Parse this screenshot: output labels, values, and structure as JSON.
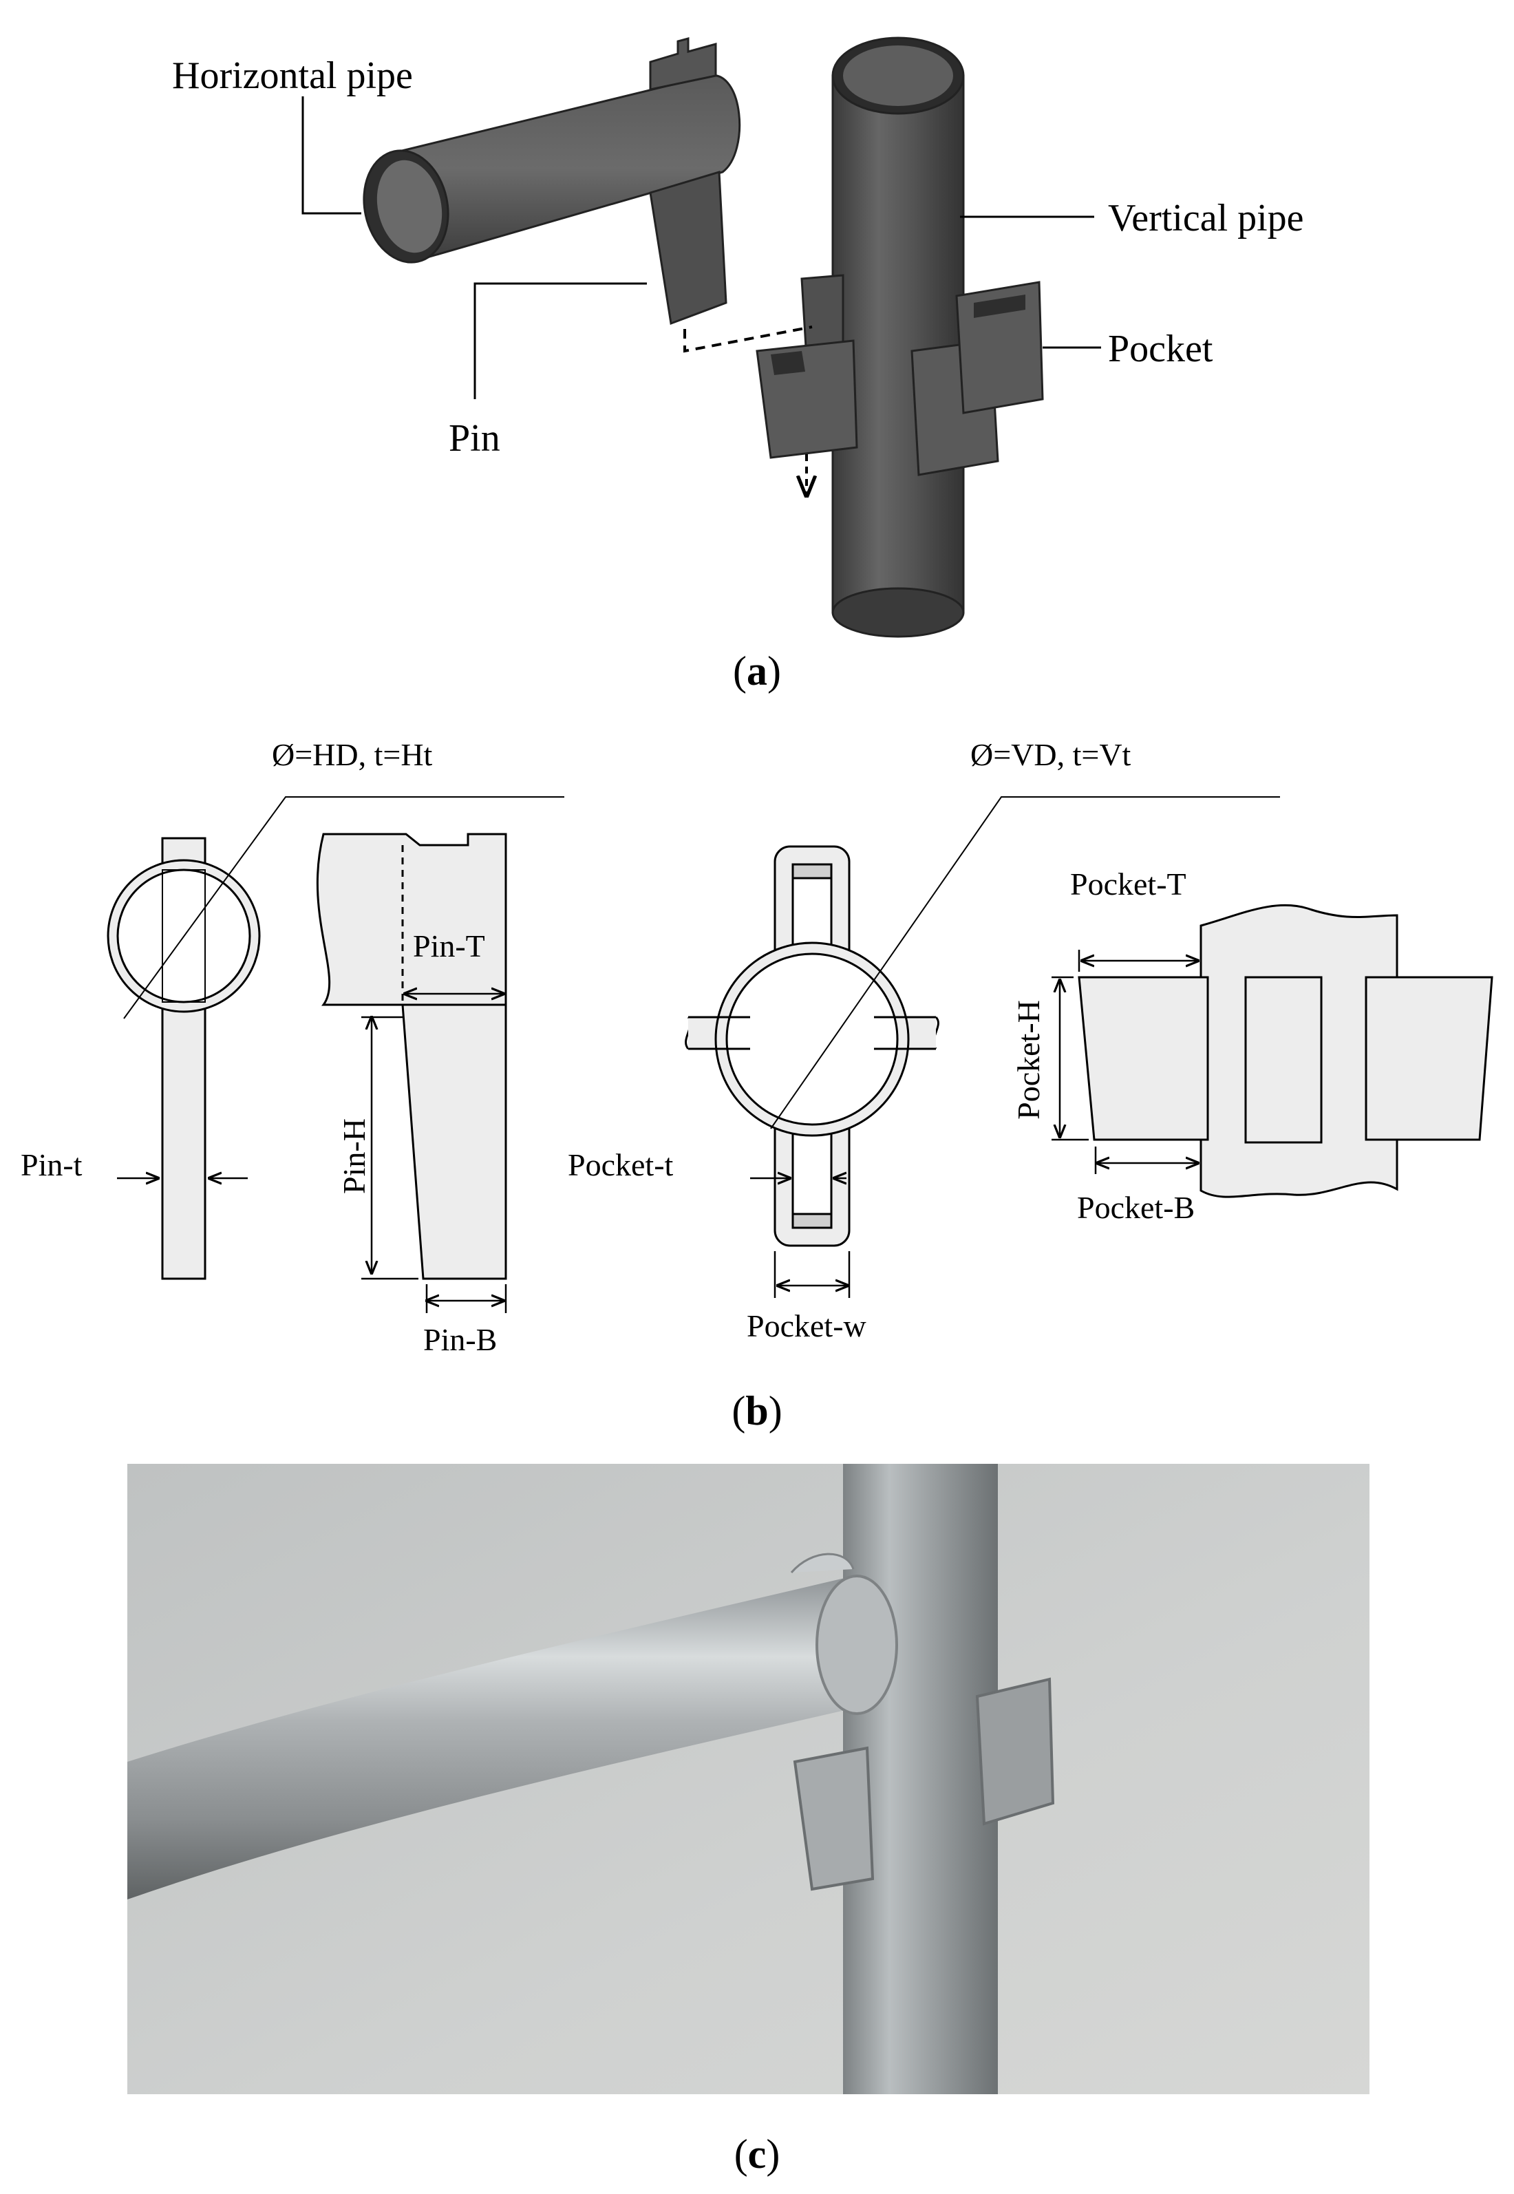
{
  "panel_a": {
    "labels": {
      "horizontal_pipe": "Horizontal pipe",
      "vertical_pipe": "Vertical pipe",
      "pocket": "Pocket",
      "pin": "Pin"
    },
    "caption": {
      "open": "(",
      "letter": "a",
      "close": ")"
    }
  },
  "panel_b": {
    "labels": {
      "hd_ht": "Ø=HD, t=Ht",
      "vd_vt": "Ø=VD, t=Vt",
      "pin_t": "Pin-t",
      "pin_T": "Pin-T",
      "pin_H": "Pin-H",
      "pin_B": "Pin-B",
      "pocket_t": "Pocket-t",
      "pocket_w": "Pocket-w",
      "pocket_T": "Pocket-T",
      "pocket_H": "Pocket-H",
      "pocket_B": "Pocket-B"
    },
    "caption": {
      "open": "(",
      "letter": "b",
      "close": ")"
    }
  },
  "panel_c": {
    "caption": {
      "open": "(",
      "letter": "c",
      "close": ")"
    }
  },
  "colors": {
    "steel_dark": "#4d4d4d",
    "steel_mid": "#5f5f5f",
    "drawing_fill": "#ededed",
    "photo_wall": "#c7c9c8"
  }
}
